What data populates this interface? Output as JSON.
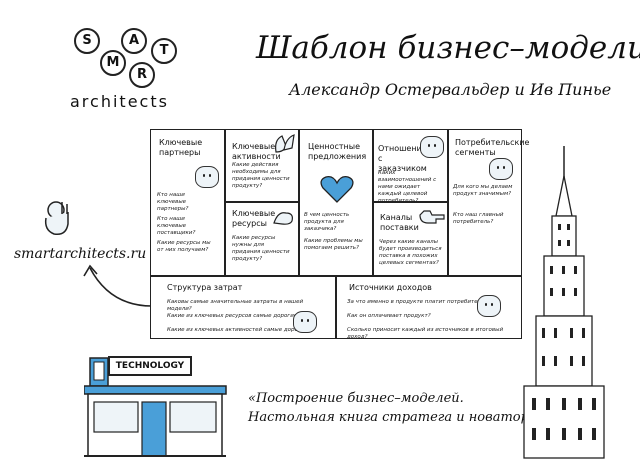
{
  "logo": {
    "letters": [
      "S",
      "M",
      "A",
      "R",
      "T"
    ],
    "word": "architects"
  },
  "header": {
    "title": "Шаблон бизнес–модели",
    "authors": "Александр Остервальдер и Ив Пинье"
  },
  "site": "smartarchitects.ru",
  "canvas": {
    "partners": {
      "title": "Ключевые партнеры",
      "questions": [
        "Кто наши ключевые партнеры?",
        "Кто наши ключевые поставщики?",
        "Какие ресурсы мы от них получаем?"
      ]
    },
    "activities": {
      "title": "Ключевые активности",
      "question": "Какие действия необходимы для придания ценности продукту?"
    },
    "resources": {
      "title": "Ключевые ресурсы",
      "question": "Какие ресурсы нужны для придания ценности продукту?"
    },
    "value": {
      "title": "Ценностные предложения",
      "questions": [
        "В чем ценность продукта для заказчика?",
        "Какие проблемы мы помогаем решить?"
      ]
    },
    "relations": {
      "title": "Отношения с заказчиком",
      "question": "Каких взаимоотношений с нами ожидает каждый целевой потребитель?"
    },
    "channels": {
      "title": "Каналы поставки",
      "question": "Через какие каналы будет производиться поставка в похожих целевых сегментах?"
    },
    "segments": {
      "title": "Потребительские сегменты",
      "questions": [
        "Для кого мы делаем продукт значимым?",
        "Кто наш главный потребитель?"
      ]
    },
    "costs": {
      "title": "Структура затрат",
      "questions": [
        "Каковы самые значительные затраты в нашей модели?",
        "Какие из ключевых ресурсов самые дорогие?",
        "Какие из ключевых активностей самые дорогие?"
      ]
    },
    "revenue": {
      "title": "Источники доходов",
      "questions": [
        "За что именно в продукте платит потребитель?",
        "Как он оплачивает продукт?",
        "Сколько приносит каждый из источников в итоговый доход?"
      ]
    }
  },
  "store_sign": "TECHNOLOGY",
  "quote": {
    "line1": "«Построение бизнес–моделей.",
    "line2": "Настольная книга стратега и новатора»"
  },
  "colors": {
    "ink": "#111111",
    "accent": "#4a9fd8",
    "face_fill": "#eef4f8"
  }
}
